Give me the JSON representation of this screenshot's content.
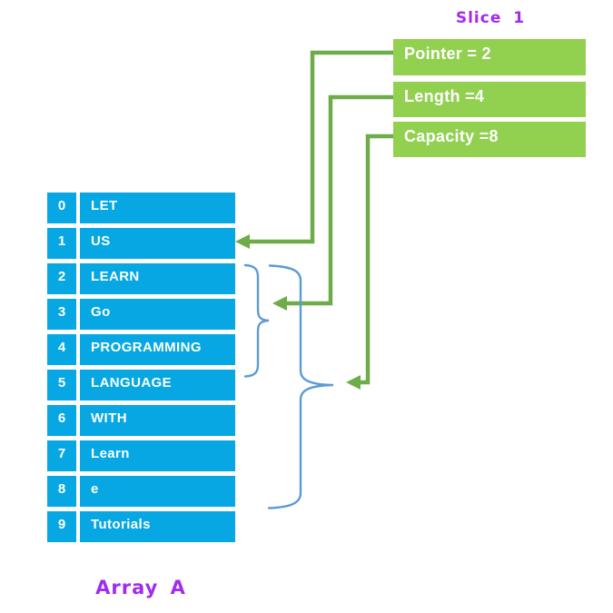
{
  "slice": {
    "title": "Slice 1",
    "boxes": [
      {
        "label": "Pointer = 2"
      },
      {
        "label": "Length =4"
      },
      {
        "label": "Capacity =8"
      }
    ]
  },
  "array": {
    "label": "Array A",
    "rows": [
      {
        "index": "0",
        "value": "LET"
      },
      {
        "index": "1",
        "value": "US"
      },
      {
        "index": "2",
        "value": "LEARN"
      },
      {
        "index": "3",
        "value": "Go"
      },
      {
        "index": "4",
        "value": "PROGRAMMING"
      },
      {
        "index": "5",
        "value": "LANGUAGE"
      },
      {
        "index": "6",
        "value": "WITH"
      },
      {
        "index": "7",
        "value": "Learn"
      },
      {
        "index": "8",
        "value": "e"
      },
      {
        "index": "9",
        "value": "Tutorials"
      }
    ]
  },
  "icons": {
    "pointer_arrowhead": "left-arrow",
    "length_arrowhead": "left-arrow",
    "capacity_arrowhead": "left-arrow",
    "length_group_brace": "curly-brace",
    "capacity_group_brace": "curly-brace"
  },
  "colors": {
    "array_blue": "#06A7E2",
    "box_green": "#92D050",
    "arrow_green": "#6EAC49",
    "brace_blue": "#5B9BD5",
    "label_purple": "#A12CEE",
    "text_white": "#FFFFFF"
  }
}
